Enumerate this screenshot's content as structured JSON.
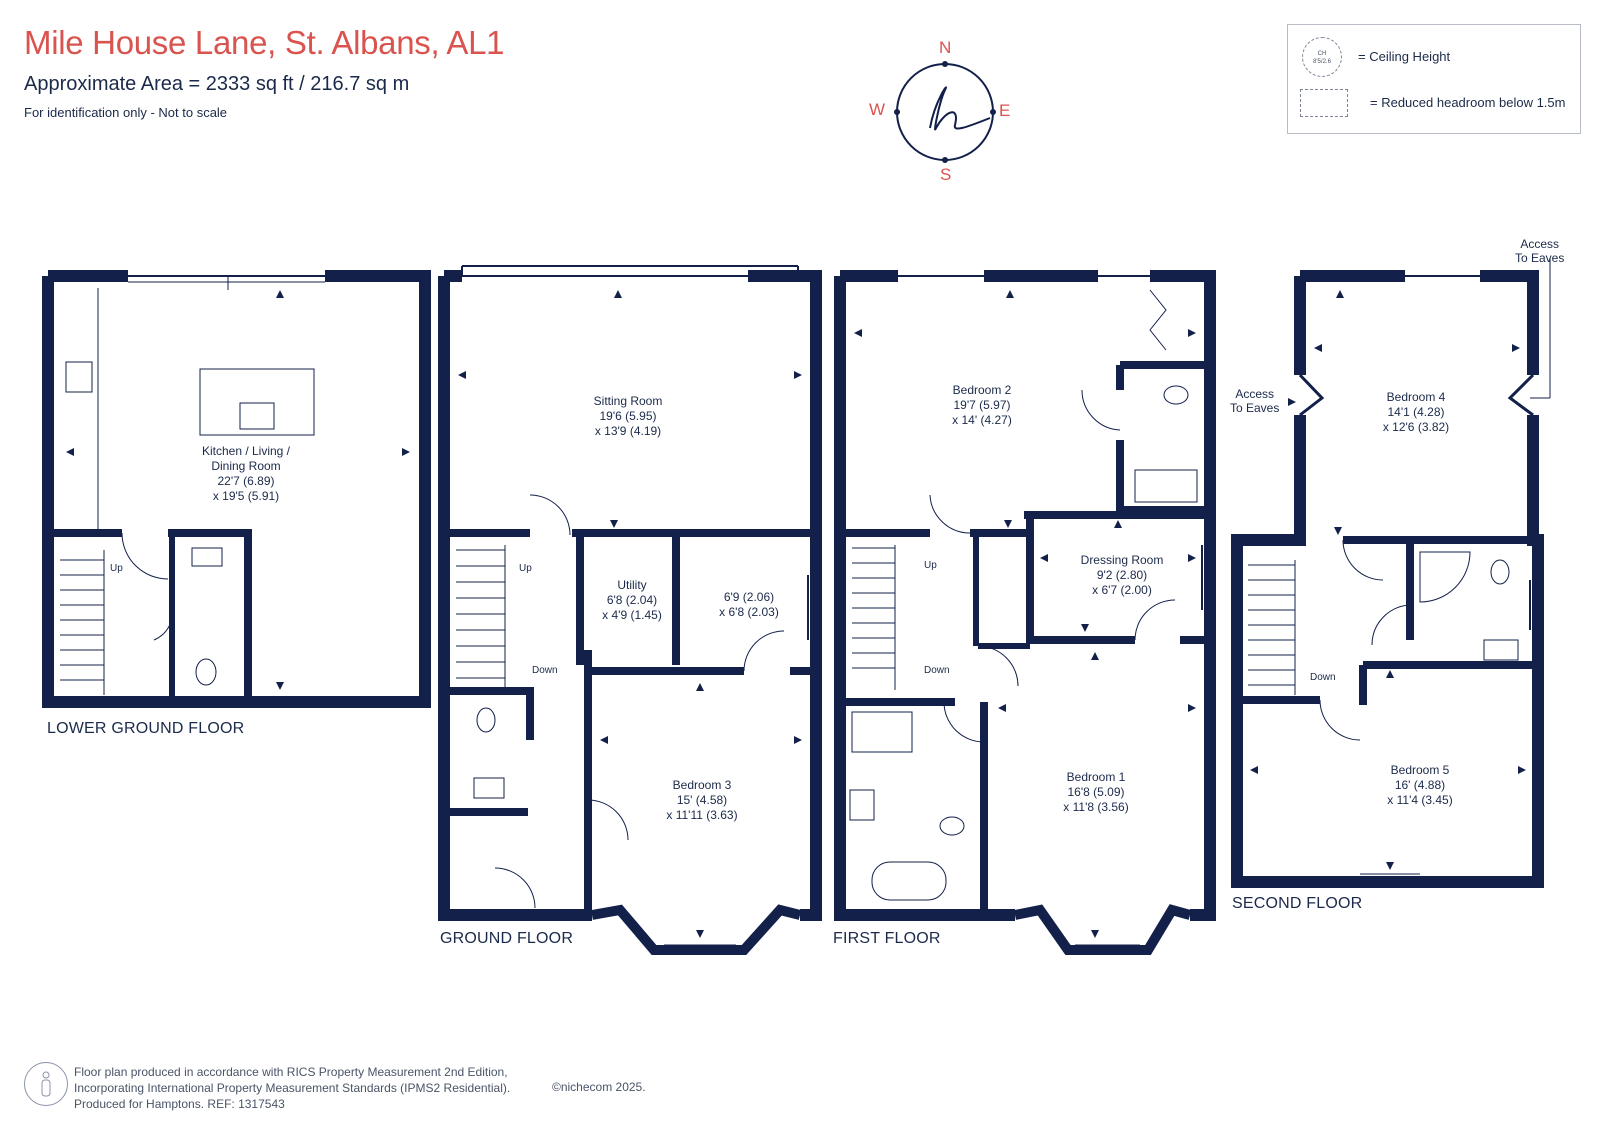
{
  "header": {
    "title": "Mile House Lane, St. Albans, AL1",
    "area": "Approximate Area = 2333 sq ft / 216.7 sq m",
    "note": "For identification only - Not to scale"
  },
  "compass": {
    "n": "N",
    "s": "S",
    "e": "E",
    "w": "W",
    "logo": "h"
  },
  "legend": {
    "ch_symbol": "CH\n8'5/2.6",
    "ceiling_label": "= Ceiling Height",
    "headroom_label": "= Reduced headroom below 1.5m"
  },
  "floors": {
    "lower_ground": {
      "label": "LOWER GROUND FLOOR",
      "kitchen": "Kitchen / Living /\nDining Room\n22'7 (6.89)\nx 19'5 (5.91)",
      "stairs": "Up"
    },
    "ground": {
      "label": "GROUND FLOOR",
      "sitting": "Sitting Room\n19'6 (5.95)\nx 13'9 (4.19)",
      "utility": "Utility\n6'8 (2.04)\nx 4'9 (1.45)",
      "small_room": "6'9 (2.06)\nx 6'8 (2.03)",
      "bedroom3": "Bedroom 3\n15' (4.58)\nx 11'11 (3.63)",
      "up": "Up",
      "down": "Down"
    },
    "first": {
      "label": "FIRST FLOOR",
      "bedroom2": "Bedroom 2\n19'7 (5.97)\nx 14' (4.27)",
      "dressing": "Dressing Room\n9'2 (2.80)\nx 6'7 (2.00)",
      "bedroom1": "Bedroom 1\n16'8 (5.09)\nx 11'8 (3.56)",
      "up": "Up",
      "down": "Down"
    },
    "second": {
      "label": "SECOND FLOOR",
      "bedroom4": "Bedroom 4\n14'1 (4.28)\nx 12'6 (3.82)",
      "bedroom5": "Bedroom 5\n16' (4.88)\nx 11'4 (3.45)",
      "access_left": "Access\nTo Eaves",
      "access_right": "Access\nTo Eaves",
      "down": "Down"
    }
  },
  "footer": {
    "text": "Floor plan produced in accordance with RICS Property Measurement 2nd Edition,\nIncorporating International Property Measurement Standards (IPMS2 Residential).\nProduced for Hamptons.   REF: 1317543",
    "copyright": "©nichecom 2025."
  },
  "colors": {
    "wall": "#13204a",
    "accent": "#d9534f",
    "text": "#1b2a4a"
  }
}
